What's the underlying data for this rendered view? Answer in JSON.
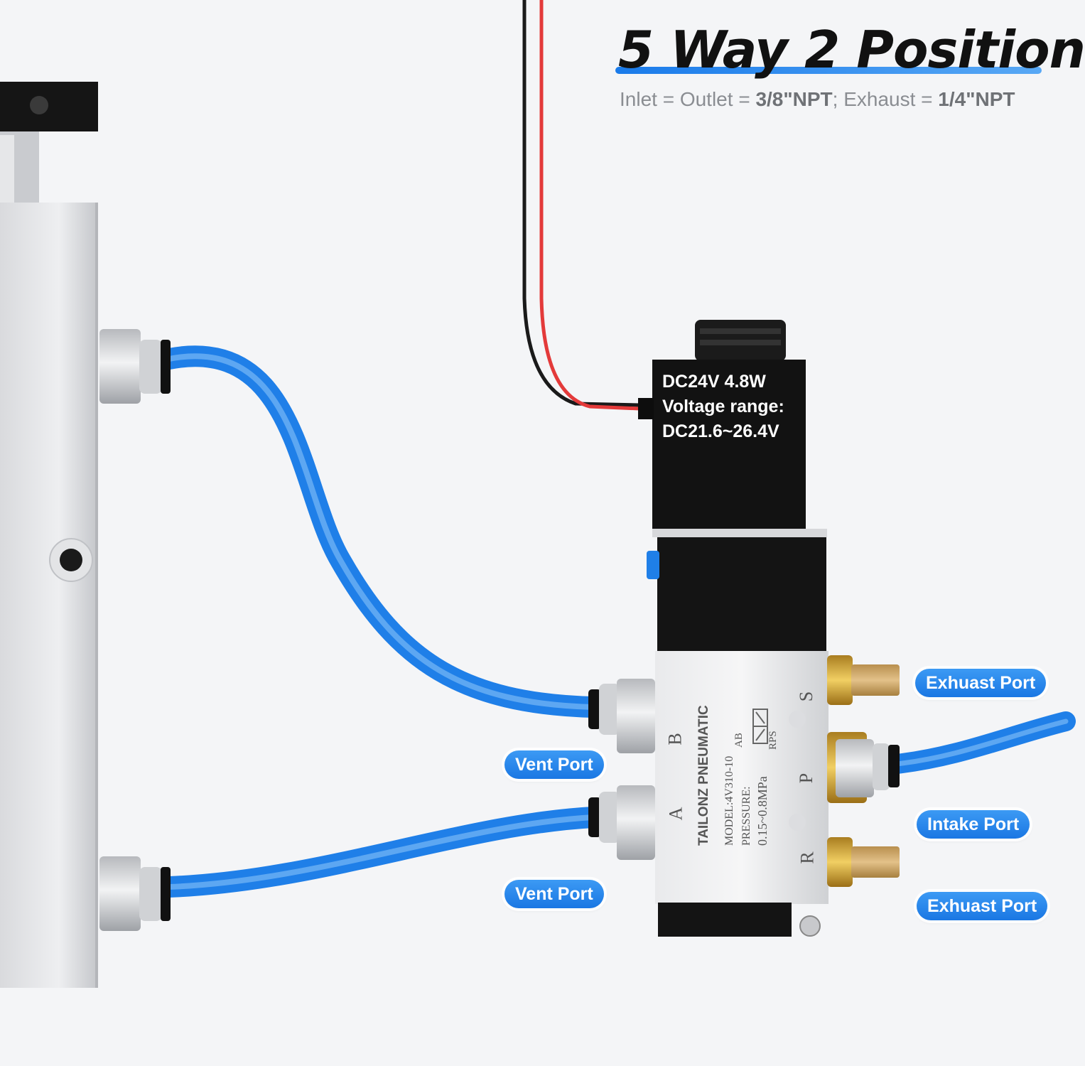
{
  "header": {
    "title": "5 Way 2 Position",
    "subtitle_part1": "Inlet = Outlet = ",
    "subtitle_inlet_outlet_size": "3/8\"NPT",
    "subtitle_part2": "; Exhaust = ",
    "subtitle_exhaust_size": "1/4\"NPT"
  },
  "coil": {
    "line1": "DC24V 4.8W",
    "line2": "Voltage range:",
    "line3": "DC21.6~26.4V"
  },
  "valve_body": {
    "brand": "TAILONZ PNEUMATIC",
    "model": "MODEL:4V310-10",
    "pressure_label": "PRESSURE:",
    "pressure_value": "0.15~0.8MPa",
    "symbol_top": "AB",
    "symbol_bottom": "RPS",
    "port_b": "B",
    "port_a": "A",
    "port_s": "S",
    "port_p": "P",
    "port_r": "R"
  },
  "labels": {
    "vent_port_upper": "Vent Port",
    "vent_port_lower": "Vent Port",
    "exhaust_port_upper": "Exhuast Port",
    "intake_port": "Intake Port",
    "exhaust_port_lower": "Exhuast Port"
  },
  "colors": {
    "accent_blue": "#1a77e3",
    "tube_blue": "#2b8cf0",
    "background": "#f4f5f7"
  }
}
